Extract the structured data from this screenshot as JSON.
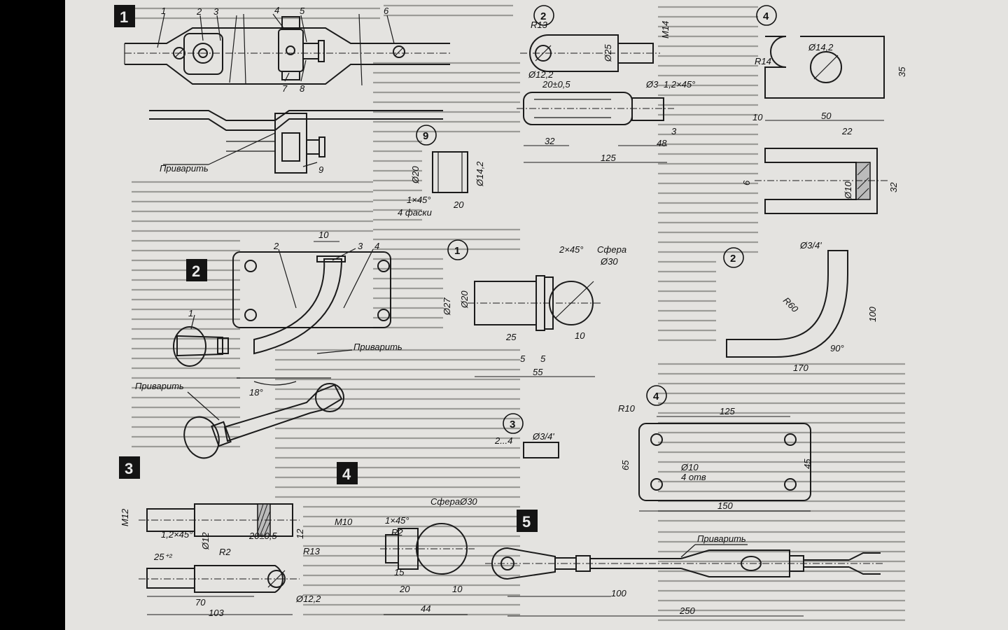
{
  "section_labels": {
    "s1": "1",
    "s2": "2",
    "s3": "3",
    "s4": "4",
    "s5": "5"
  },
  "part_labels": {
    "p1": "1",
    "p2": "2",
    "p3": "3",
    "p4": "4",
    "p5": "5",
    "p6": "6",
    "p7": "7",
    "p8": "8",
    "p9": "9"
  },
  "weld_label": "Приварить",
  "detail_circles": {
    "top2": "2",
    "top4": "4",
    "d9": "9",
    "d1": "1",
    "d2": "2",
    "d4": "4",
    "d3": "3"
  },
  "dims": {
    "r13": "R13",
    "d25": "Ø25",
    "m14": "M14",
    "d12_2": "Ø12,2",
    "d20pm05": "20±0,5",
    "d3": "Ø3",
    "ch12x45": "1,2×45°",
    "l3": "3",
    "l32": "32",
    "l48": "48",
    "l125": "125",
    "d14_2": "Ø14,2",
    "r14": "R14",
    "l10": "10",
    "l50": "50",
    "l35": "35",
    "l22": "22",
    "l6": "6",
    "d10": "Ø10",
    "l32b": "32",
    "d20": "Ø20",
    "d14_2b": "Ø14,2",
    "ch1x45": "1×45°",
    "l20": "20",
    "four_ch": "4 фаски",
    "ch2x45": "2×45°",
    "sphere": "Сфера",
    "d30": "Ø30",
    "d27": "Ø27",
    "d20c": "Ø20",
    "l25": "25",
    "l10b": "10",
    "l5": "5",
    "l5b": "5",
    "l55": "55",
    "d3_4": "Ø3/4'",
    "r60": "R60",
    "l100": "100",
    "l170": "170",
    "a90": "90°",
    "range24": "2...4",
    "d3_4b": "Ø3/4'",
    "r10": "R10",
    "l125b": "125",
    "l65": "65",
    "l45": "45",
    "d10b": "Ø10",
    "four_holes": "4 отв",
    "l150": "150",
    "l10c": "10",
    "a18": "18°",
    "m12": "M12",
    "ch12x45b": "1,2×45°",
    "d12": "Ø12",
    "l20pm05": "20±0,5",
    "l12": "12",
    "l25p2": "25⁺²",
    "r2": "R2",
    "r13b": "R13",
    "l70": "70",
    "l103": "103",
    "d12_2b": "Ø12,2",
    "m10": "M10",
    "ch1x45b": "1×45°",
    "r2b": "R2",
    "sphere30": "СфераØ30",
    "l15": "15",
    "l20b": "20",
    "l10d": "10",
    "l44": "44",
    "l100b": "100",
    "l250": "250"
  }
}
